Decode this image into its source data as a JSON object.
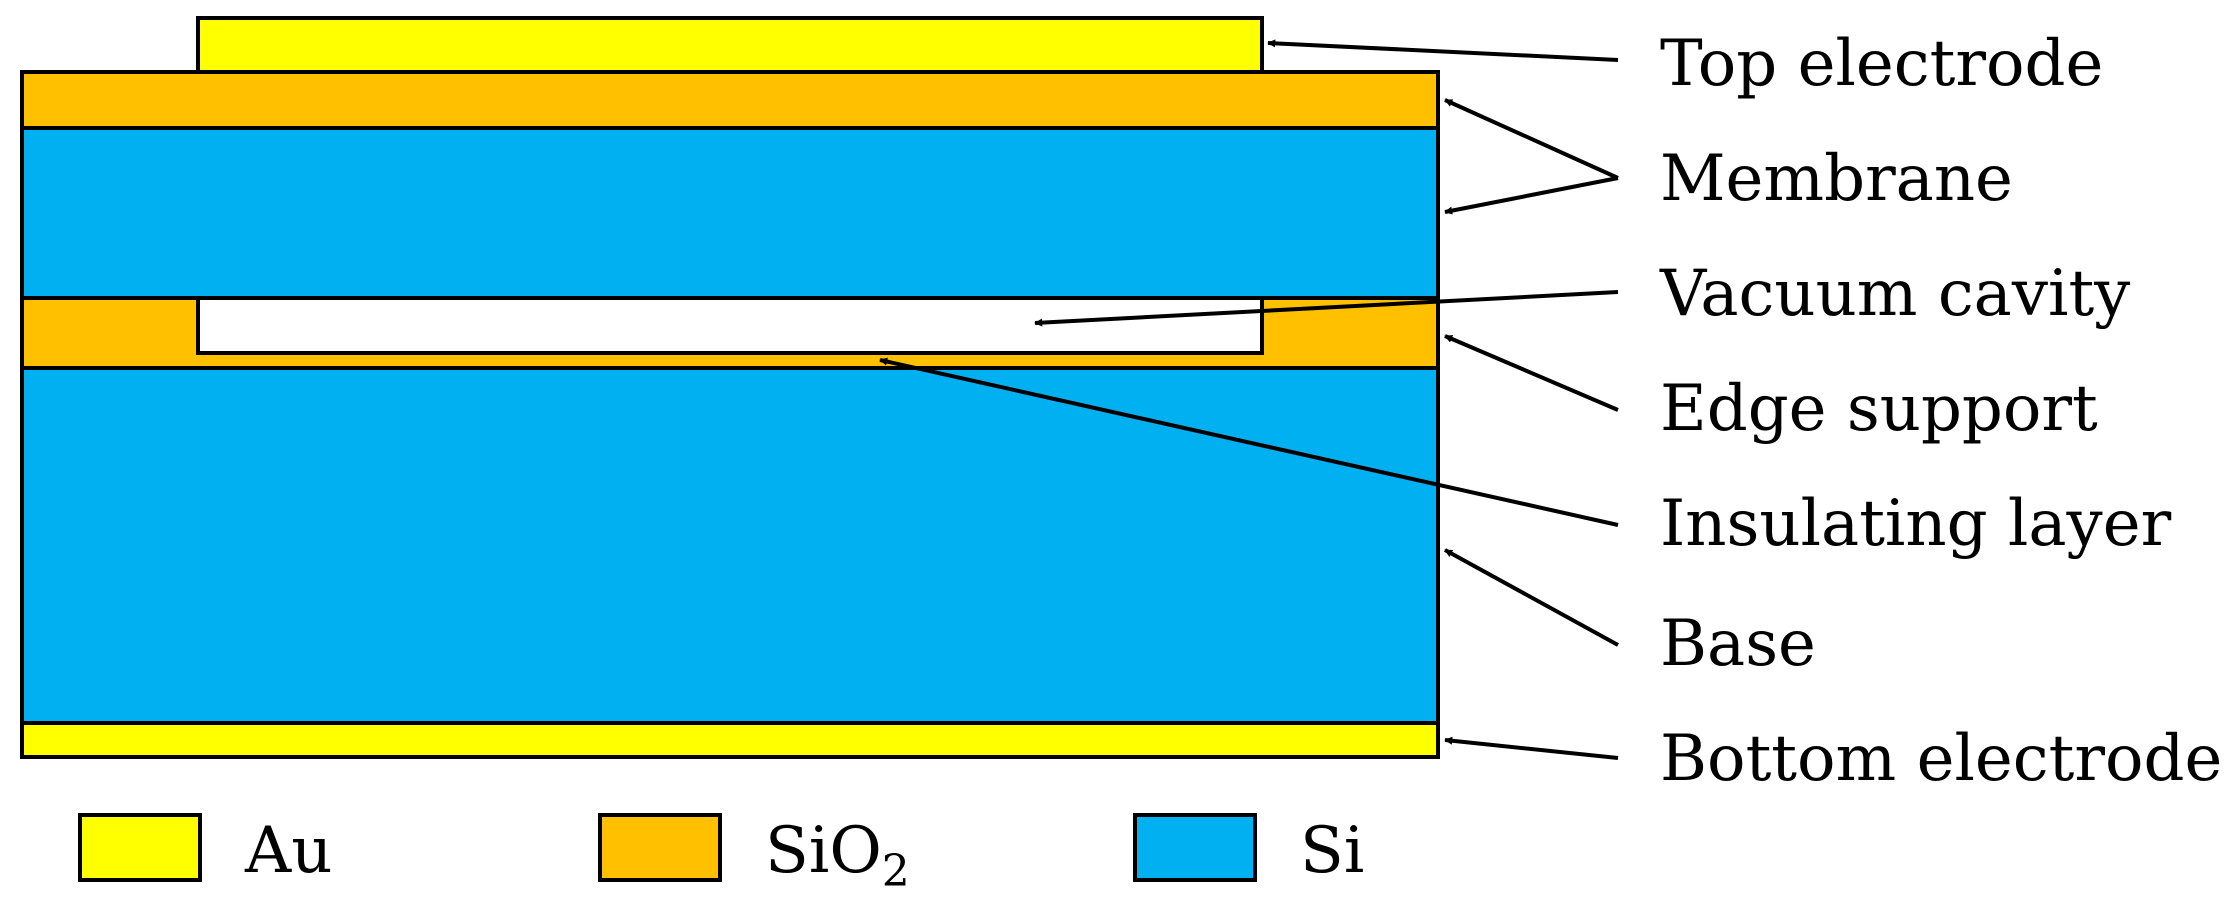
{
  "materials": {
    "au": {
      "name": "Au",
      "color": "#FFFF00"
    },
    "sio2": {
      "name": "SiO",
      "subscript": "2",
      "color": "#FFC000"
    },
    "si": {
      "name": "Si",
      "color": "#00B0F0"
    },
    "cavity": {
      "color": "#FFFFFF"
    }
  },
  "labels": {
    "top_electrode": "Top electrode",
    "membrane": "Membrane",
    "vacuum_cavity": "Vacuum cavity",
    "edge_support": "Edge support",
    "insulating_layer": "Insulating layer",
    "base": "Base",
    "bottom_electrode": "Bottom electrode"
  }
}
